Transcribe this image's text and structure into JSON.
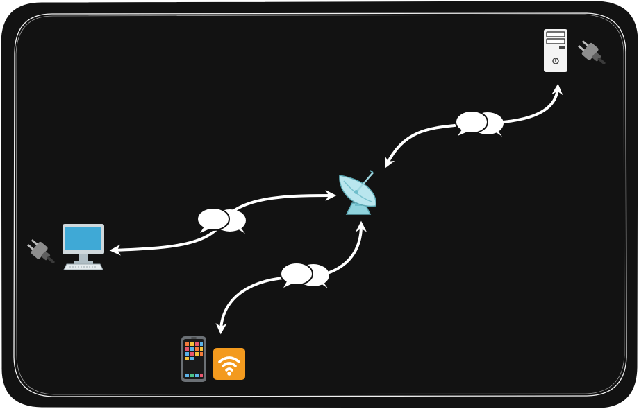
{
  "diagram": {
    "colors": {
      "frame_fill": "#121212",
      "frame_stroke": "#ffffff",
      "link_stroke": "#ffffff",
      "bubble_fill": "#ffffff"
    },
    "nodes": [
      {
        "id": "server",
        "icon": "server-icon",
        "power_icon": "plug-icon"
      },
      {
        "id": "satellite",
        "icon": "satellite-dish-icon"
      },
      {
        "id": "desktop",
        "icon": "desktop-computer-icon",
        "power_icon": "plug-icon"
      },
      {
        "id": "phone",
        "icon": "mobile-phone-icon",
        "wireless_icon": "wifi-icon"
      }
    ],
    "links": [
      {
        "from": "satellite",
        "to": "server",
        "bidirectional": true,
        "label_icon": "speech-bubbles-icon"
      },
      {
        "from": "desktop",
        "to": "satellite",
        "bidirectional": true,
        "label_icon": "speech-bubbles-icon"
      },
      {
        "from": "phone",
        "to": "satellite",
        "bidirectional": true,
        "label_icon": "speech-bubbles-icon"
      }
    ]
  }
}
